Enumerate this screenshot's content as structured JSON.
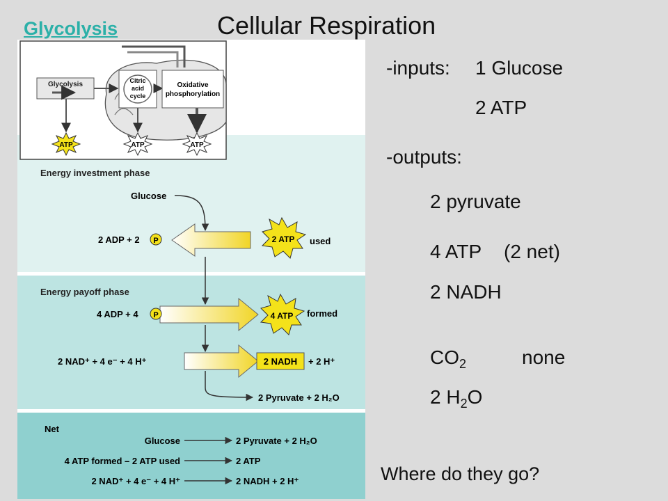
{
  "page": {
    "title": "Cellular Respiration",
    "link_label": "Glycolysis"
  },
  "notes": {
    "inputs_label": "-inputs:",
    "input_1": "1 Glucose",
    "input_2": "2 ATP",
    "outputs_label": "-outputs:",
    "output_pyruvate": "2 pyruvate",
    "output_atp": "4 ATP",
    "output_atp_net": "(2 net)",
    "output_nadh": "2 NADH",
    "co2_base": "CO",
    "co2_sub": "2",
    "co2_value": "none",
    "h2o_prefix": "2 H",
    "h2o_sub": "2",
    "h2o_suffix": "O",
    "question": "Where do they go?"
  },
  "diagram": {
    "overview": {
      "glycolysis": "Glycolysis",
      "citric_line1": "Citric",
      "citric_line2": "acid",
      "citric_line3": "cycle",
      "oxphos_line1": "Oxidative",
      "oxphos_line2": "phosphorylation",
      "atp": "ATP"
    },
    "investment": {
      "phase_label": "Energy investment phase",
      "glucose": "Glucose",
      "adp_text": "2 ADP + 2",
      "p_symbol": "P",
      "atp_badge": "2 ATP",
      "used": "used"
    },
    "payoff": {
      "phase_label": "Energy payoff phase",
      "adp_text": "4 ADP + 4",
      "p_symbol": "P",
      "atp_badge": "4 ATP",
      "formed": "formed",
      "nad_text": "2 NAD⁺ + 4 e⁻ + 4 H⁺",
      "nadh_box": "2 NADH",
      "nadh_extra": "+ 2 H⁺",
      "pyruvate_out": "2 Pyruvate + 2 H₂O"
    },
    "net": {
      "label": "Net",
      "row1_left": "Glucose",
      "row1_right": "2 Pyruvate + 2 H₂O",
      "row2_left": "4 ATP formed – 2 ATP used",
      "row2_right": "2 ATP",
      "row3_left": "2 NAD⁺ + 4 e⁻ + 4 H⁺",
      "row3_right": "2 NADH + 2 H⁺"
    }
  },
  "colors": {
    "background": "#dcdcdc",
    "link": "#2bb0a8",
    "panel_light": "#e0f2f0",
    "panel_mid": "#bde4e2",
    "panel_dark": "#8fd0cf",
    "starburst": "#f4e21a",
    "arrow_yellow": "#f0d830"
  }
}
